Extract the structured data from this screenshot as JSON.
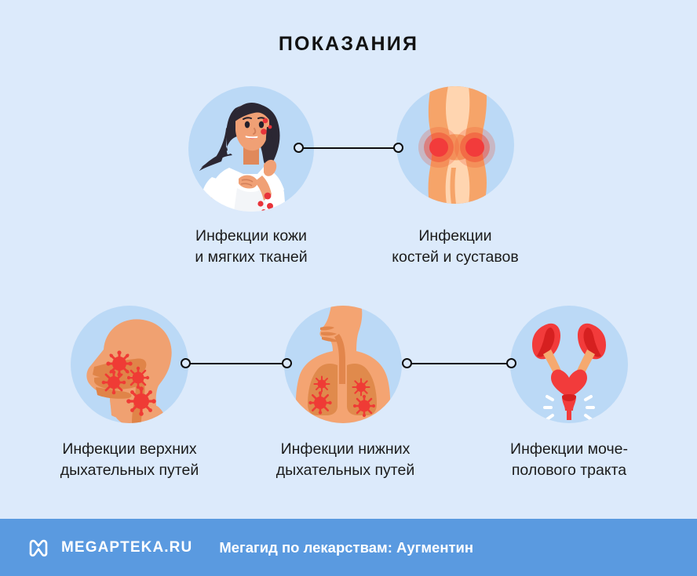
{
  "page": {
    "title": "ПОКАЗАНИЯ",
    "background_color": "#dceafb",
    "circle_color": "#bbd9f6",
    "accent_color": "#5a9ae0",
    "text_color": "#1b1b1b"
  },
  "items": [
    {
      "id": "skin-soft-tissue",
      "icon": "woman-with-skin-rash-icon",
      "caption": "Инфекции кожи\nи мягких тканей"
    },
    {
      "id": "bone-joint",
      "icon": "inflamed-knee-joint-icon",
      "caption": "Инфекции\nкостей и суставов"
    },
    {
      "id": "upper-respiratory",
      "icon": "head-nasal-throat-infection-icon",
      "caption": "Инфекции верхних\nдыхательных путей"
    },
    {
      "id": "lower-respiratory",
      "icon": "lungs-infection-icon",
      "caption": "Инфекции нижних\nдыхательных путей"
    },
    {
      "id": "urogenital",
      "icon": "urinary-tract-kidneys-bladder-icon",
      "caption": "Инфекции моче-\nполового тракта"
    }
  ],
  "connectors": [
    {
      "id": "connector-skin-to-joint"
    },
    {
      "id": "connector-upper-to-lower"
    },
    {
      "id": "connector-lower-to-urogenital"
    }
  ],
  "footer": {
    "logo": "megapteka-m-logo-icon",
    "brand": "MEGAPTEKA.RU",
    "tagline": "Мегагид по лекарствам: Аугментин"
  }
}
